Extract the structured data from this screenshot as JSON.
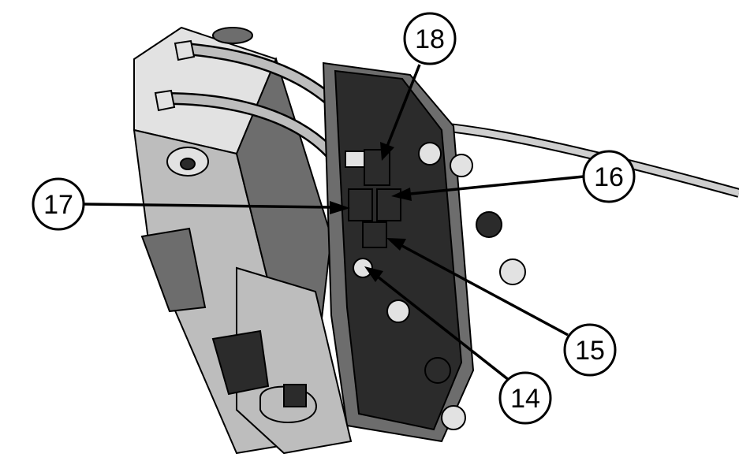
{
  "callouts": [
    {
      "id": "c18",
      "label": "18"
    },
    {
      "id": "c17",
      "label": "17"
    },
    {
      "id": "c16",
      "label": "16"
    },
    {
      "id": "c15",
      "label": "15"
    },
    {
      "id": "c14",
      "label": "14"
    }
  ],
  "colors": {
    "ink": "#000000",
    "background": "#ffffff",
    "dark_part": "#2b2b2b",
    "mid_part": "#6d6d6d",
    "light_part": "#bdbdbd",
    "pale_part": "#e2e2e2"
  }
}
